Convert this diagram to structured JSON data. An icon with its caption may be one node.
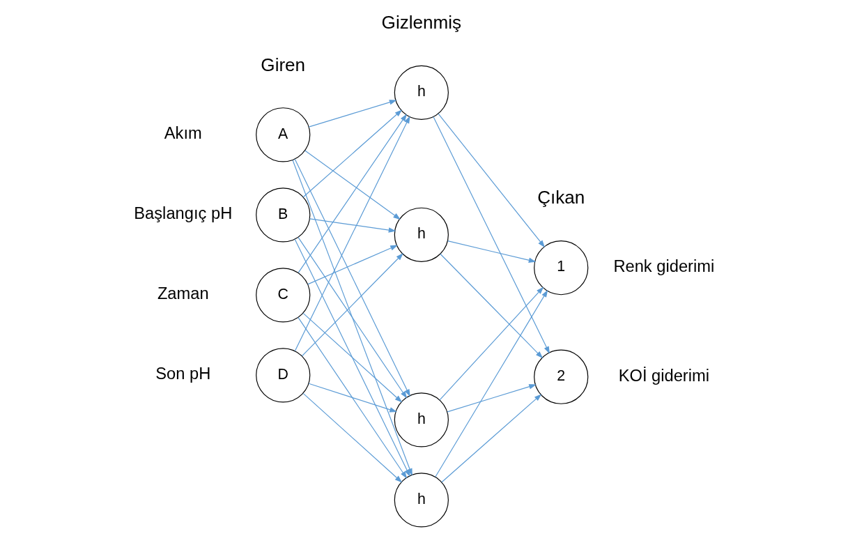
{
  "diagram": {
    "nodes": [
      {
        "text": [
          "A"
        ],
        "beside": [
          "Akım"
        ]
      },
      {
        "text": [
          "B"
        ],
        "beside": [
          "Başlangıç pH"
        ]
      },
      {
        "text": [
          "C"
        ],
        "beside": [
          "Zaman"
        ]
      },
      {
        "text": [
          "D"
        ],
        "beside": [
          "Son pH"
        ]
      },
      {
        "text": [
          "h"
        ]
      },
      {
        "text": [
          "h"
        ]
      },
      {
        "text": [
          "h"
        ]
      },
      {
        "text": [
          "h"
        ]
      },
      {
        "text": [
          "1"
        ],
        "beside": [
          "Renk giderimi"
        ]
      },
      {
        "text": [
          "2"
        ],
        "beside": [
          "KOİ giderimi"
        ]
      }
    ],
    "edges": [
      {
        "from": 0,
        "to": 4,
        "arrow": "to"
      },
      {
        "from": 0,
        "to": 5,
        "arrow": "to"
      },
      {
        "from": 0,
        "to": 6,
        "arrow": "to"
      },
      {
        "from": 0,
        "to": 7,
        "arrow": "to"
      },
      {
        "from": 1,
        "to": 4,
        "arrow": "to"
      },
      {
        "from": 1,
        "to": 5,
        "arrow": "to"
      },
      {
        "from": 1,
        "to": 6,
        "arrow": "to"
      },
      {
        "from": 1,
        "to": 7,
        "arrow": "to"
      },
      {
        "from": 2,
        "to": 4,
        "arrow": "to"
      },
      {
        "from": 2,
        "to": 5,
        "arrow": "to"
      },
      {
        "from": 2,
        "to": 6,
        "arrow": "to"
      },
      {
        "from": 2,
        "to": 7,
        "arrow": "to"
      },
      {
        "from": 3,
        "to": 4,
        "arrow": "to"
      },
      {
        "from": 3,
        "to": 5,
        "arrow": "to"
      },
      {
        "from": 3,
        "to": 6,
        "arrow": "to"
      },
      {
        "from": 3,
        "to": 7,
        "arrow": "to"
      },
      {
        "from": 4,
        "to": 8,
        "arrow": "to"
      },
      {
        "from": 4,
        "to": 9,
        "arrow": "to"
      },
      {
        "from": 5,
        "to": 8,
        "arrow": "to"
      },
      {
        "from": 5,
        "to": 9,
        "arrow": "to"
      },
      {
        "from": 6,
        "to": 8,
        "arrow": "to"
      },
      {
        "from": 6,
        "to": 9,
        "arrow": "to"
      },
      {
        "from": 7,
        "to": 8,
        "arrow": "to"
      },
      {
        "from": 7,
        "to": 9,
        "arrow": "to"
      }
    ],
    "labels": [
      "Giren",
      "Gizlenmiş",
      "Çıkan"
    ]
  }
}
